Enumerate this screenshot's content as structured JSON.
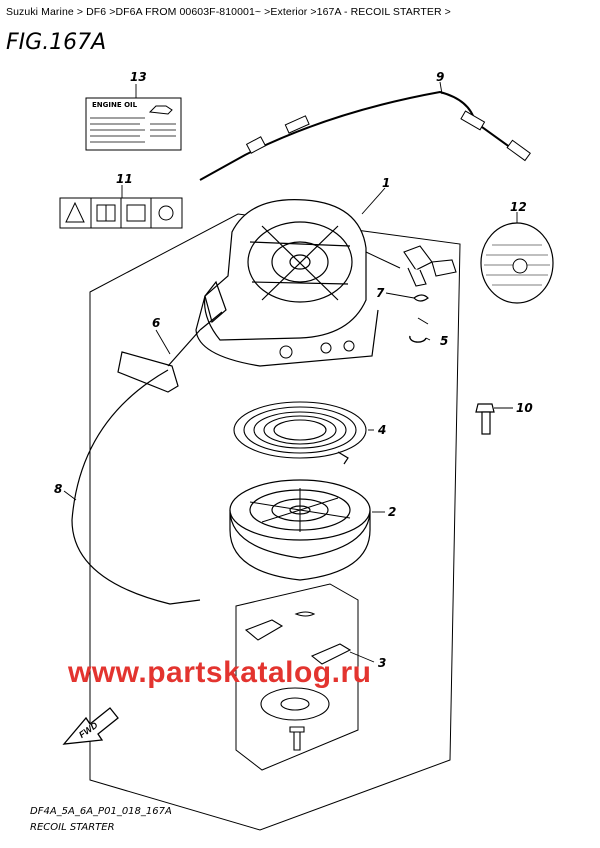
{
  "breadcrumb": "Suzuki Marine > DF6 >DF6A FROM 00603F-810001~ >Exterior >167A - RECOIL STARTER >",
  "figure_title": "FIG.167A",
  "callouts": {
    "c1": "1",
    "c2": "2",
    "c3": "3",
    "c4": "4",
    "c5": "5",
    "c6": "6",
    "c7": "7",
    "c8": "8",
    "c9": "9",
    "c10": "10",
    "c11": "11",
    "c12": "12",
    "c13": "13"
  },
  "engine_oil_label": "ENGINE OIL",
  "fwd_label": "FWD",
  "watermark": "www.partskatalog.ru",
  "drawing_code": "DF4A_5A_6A_P01_018_167A",
  "caption": "RECOIL STARTER"
}
